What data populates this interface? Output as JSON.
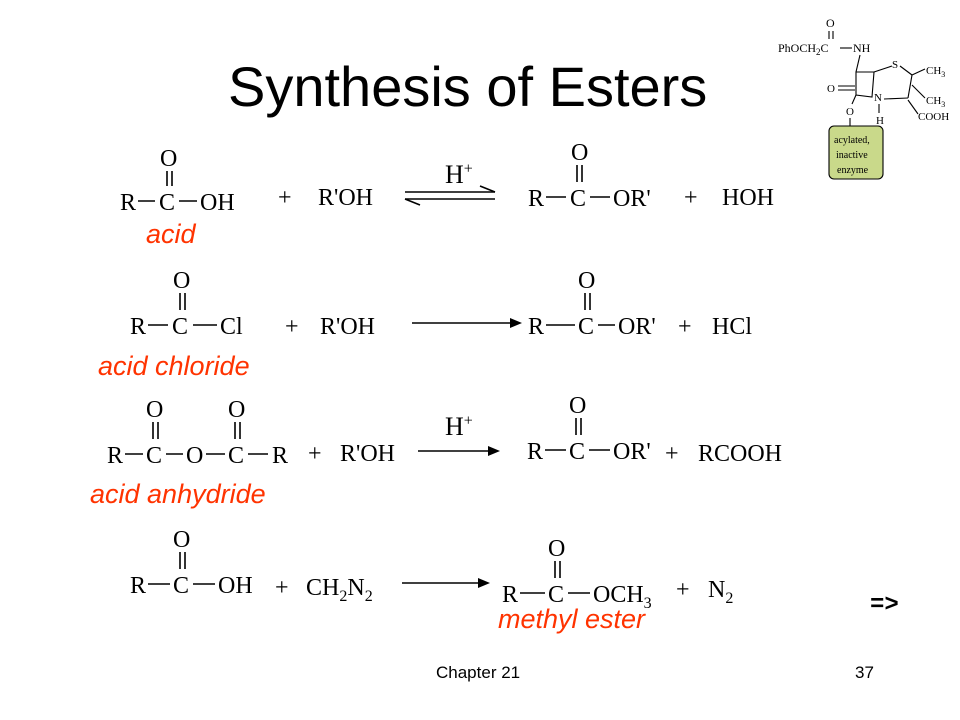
{
  "title": "Synthesis of Esters",
  "labels": {
    "acid": "acid",
    "acid_chloride": "acid chloride",
    "acid_anhydride": "acid anhydride",
    "methyl_ester": "methyl ester"
  },
  "reactions": {
    "r1": {
      "reactant": "R—C(=O)—OH",
      "reagent": "R'OH",
      "catalyst": "H+",
      "product": "R—C(=O)—OR'",
      "byproduct": "HOH"
    },
    "r2": {
      "reactant": "R—C(=O)—Cl",
      "reagent": "R'OH",
      "product": "R—C(=O)—OR'",
      "byproduct": "HCl"
    },
    "r3": {
      "reactant": "R—C(=O)—O—C(=O)—R",
      "reagent": "R'OH",
      "catalyst": "H+",
      "product": "R—C(=O)—OR'",
      "byproduct": "RCOOH"
    },
    "r4": {
      "reactant": "R—C(=O)—OH",
      "reagent": "CH2N2",
      "product": "R—C(=O)—OCH3",
      "byproduct": "N2"
    }
  },
  "inset": {
    "group": "PhOCH2C—NH",
    "ring_atoms": [
      "S",
      "N",
      "H"
    ],
    "substituents": [
      "CH3",
      "CH3",
      "COOH"
    ],
    "box_text": [
      "acylated,",
      "inactive",
      "enzyme"
    ]
  },
  "next_arrow": "=>",
  "footer": {
    "chapter": "Chapter 21",
    "page": "37"
  }
}
